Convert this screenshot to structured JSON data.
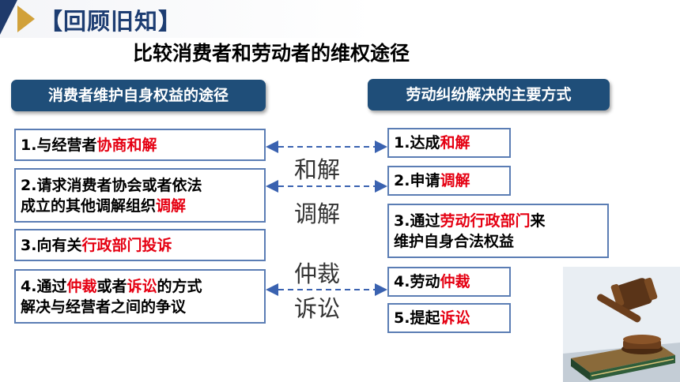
{
  "header": {
    "section_title": "【回顾旧知】"
  },
  "main_title": "比较消费者和劳动者的维权途径",
  "left_column": {
    "heading": "消费者维护自身权益的途径",
    "items": [
      {
        "lines": [
          [
            {
              "t": "1.与经营者"
            },
            {
              "t": "协商和解",
              "hl": true
            }
          ]
        ]
      },
      {
        "lines": [
          [
            {
              "t": "2.请求消费者协会或者依法"
            }
          ],
          [
            {
              "t": "成立的其他调解组织"
            },
            {
              "t": "调解",
              "hl": true
            }
          ]
        ]
      },
      {
        "lines": [
          [
            {
              "t": "3.向有关"
            },
            {
              "t": "行政部门投诉",
              "hl": true
            }
          ]
        ]
      },
      {
        "lines": [
          [
            {
              "t": "4.通过"
            },
            {
              "t": "仲裁",
              "hl": true
            },
            {
              "t": "或者"
            },
            {
              "t": "诉讼",
              "hl": true
            },
            {
              "t": "的方式"
            }
          ],
          [
            {
              "t": "解决与经营者之间的争议"
            }
          ]
        ]
      }
    ]
  },
  "right_column": {
    "heading": "劳动纠纷解决的主要方式",
    "items": [
      {
        "lines": [
          [
            {
              "t": "1.达成"
            },
            {
              "t": "和解",
              "hl": true
            }
          ]
        ]
      },
      {
        "lines": [
          [
            {
              "t": "2.申请"
            },
            {
              "t": "调解",
              "hl": true
            }
          ]
        ]
      },
      {
        "lines": [
          [
            {
              "t": "3.通过"
            },
            {
              "t": "劳动行政部门",
              "hl": true
            },
            {
              "t": "来"
            }
          ],
          [
            {
              "t": "维护自身合法权益"
            }
          ]
        ]
      },
      {
        "lines": [
          [
            {
              "t": "4.劳动"
            },
            {
              "t": "仲裁",
              "hl": true
            }
          ]
        ]
      },
      {
        "lines": [
          [
            {
              "t": "5.提起"
            },
            {
              "t": "诉讼",
              "hl": true
            }
          ]
        ]
      }
    ]
  },
  "middle_labels": {
    "reconcile": "和解",
    "mediate": "调解",
    "arbitrate": "仲裁",
    "litigate": "诉讼"
  },
  "colors": {
    "navy": "#1f4e79",
    "title_blue": "#1d3d72",
    "highlight_red": "#e50012",
    "box_border": "#5b7db4",
    "connector_blue": "#3a62b0",
    "gold_chevron": "#d1a13a"
  },
  "image": {
    "icon": "gavel-icon"
  }
}
